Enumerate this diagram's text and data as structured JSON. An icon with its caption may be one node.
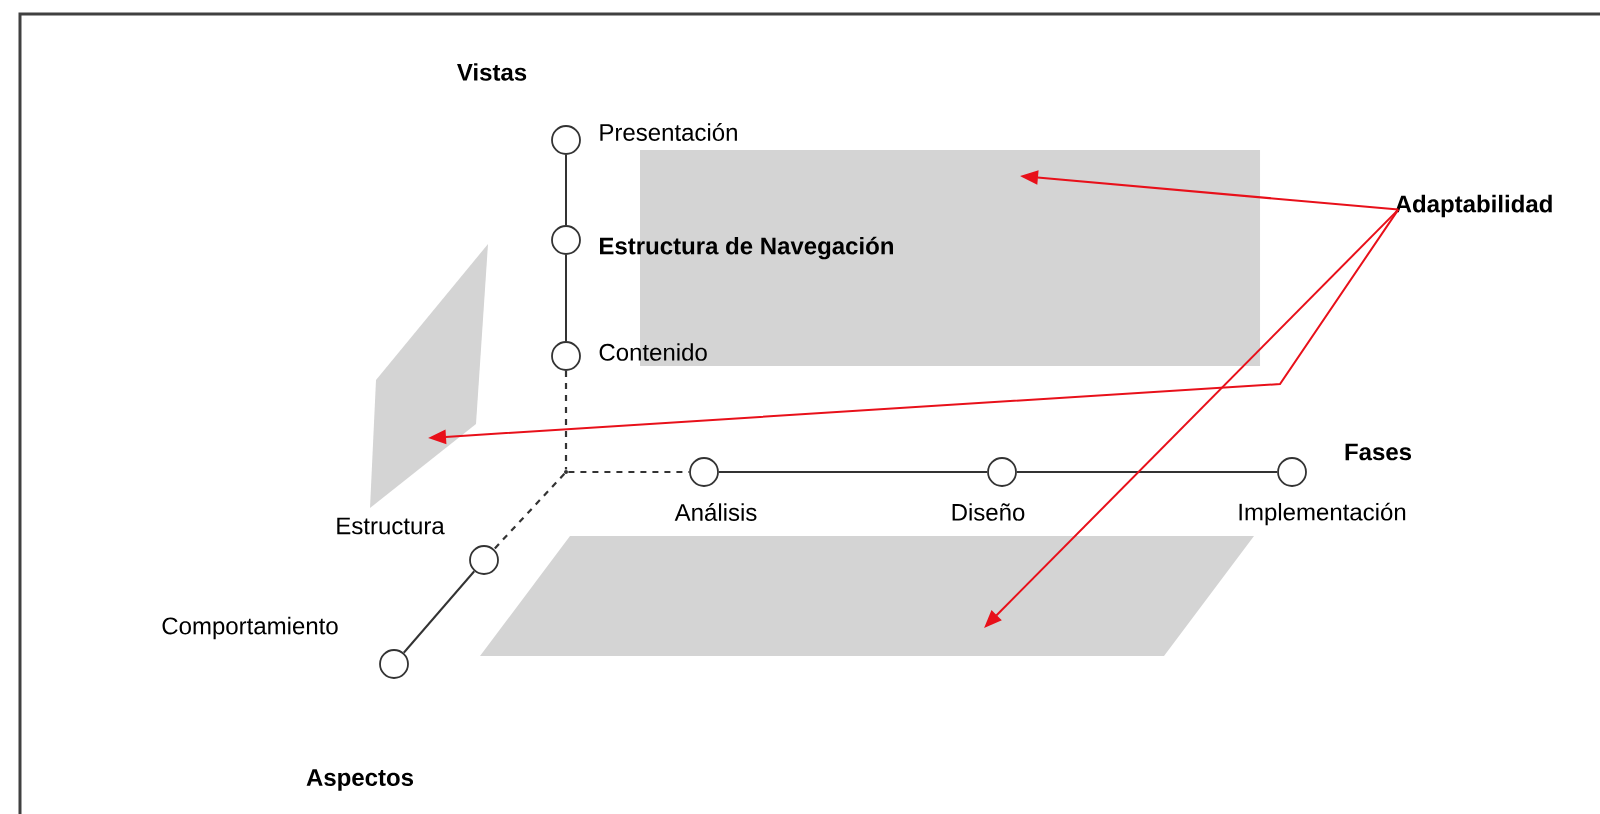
{
  "diagram": {
    "nodes": [
      {
        "text": [
          "Presentación"
        ]
      },
      {
        "text": [],
        "shape": "box"
      },
      {
        "text": [
          "Adaptabilidad"
        ]
      },
      {
        "text": [
          "Estructura de Navegación"
        ]
      },
      {
        "text": [
          "Contenido"
        ]
      },
      {
        "text": [],
        "shape": "parallelogram"
      },
      {
        "text": [],
        "shape": "point"
      },
      {
        "text": [
          "Análisis"
        ]
      },
      {
        "text": [
          "Diseño"
        ]
      },
      {
        "text": [
          "Implementación"
        ]
      },
      {
        "text": [
          "Estructura"
        ]
      },
      {
        "text": [],
        "shape": "parallelogram"
      },
      {
        "text": [
          "Comportamiento"
        ]
      }
    ],
    "edges": [
      {
        "from": 0,
        "to": 3,
        "arrow": "none"
      },
      {
        "from": 3,
        "to": 4,
        "arrow": "none"
      },
      {
        "from": 4,
        "to": 6,
        "arrow": "none",
        "style": "dashed"
      },
      {
        "from": 6,
        "to": 7,
        "arrow": "none",
        "style": "dashed"
      },
      {
        "from": 7,
        "to": 8,
        "arrow": "none"
      },
      {
        "from": 8,
        "to": 9,
        "arrow": "none"
      },
      {
        "from": 6,
        "to": 10,
        "arrow": "none",
        "style": "dashed"
      },
      {
        "from": 10,
        "to": 12,
        "arrow": "none"
      },
      {
        "from": 2,
        "to": 1,
        "arrow": "to",
        "color": "#e8101a"
      },
      {
        "from": 2,
        "to": 5,
        "arrow": "to",
        "color": "#e8101a"
      },
      {
        "from": 2,
        "to": 11,
        "arrow": "to",
        "color": "#e8101a"
      }
    ],
    "labels": [
      "Vistas",
      "Fases",
      "Aspectos"
    ]
  }
}
